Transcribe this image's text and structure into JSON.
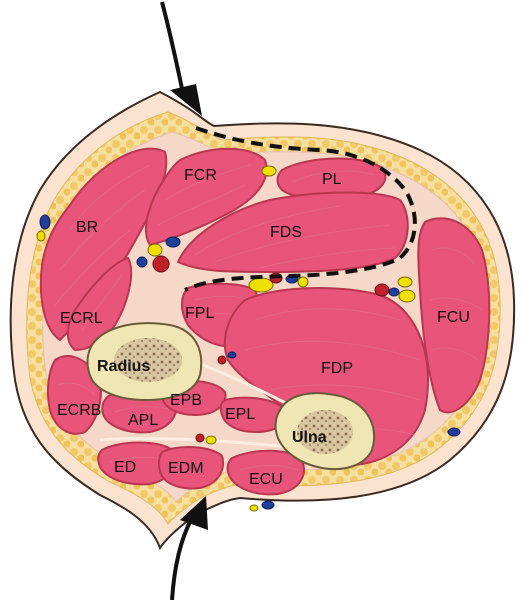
{
  "diagram": {
    "labels": {
      "fcr": "FCR",
      "pl": "PL",
      "br": "BR",
      "fds": "FDS",
      "ecrl": "ECRL",
      "fpl": "FPL",
      "fcu": "FCU",
      "radius": "Radius",
      "fdp": "FDP",
      "ecrb": "ECRB",
      "apl": "APL",
      "epb": "EPB",
      "epl": "EPL",
      "ulna": "Ulna",
      "ed": "ED",
      "edm": "EDM",
      "ecu": "ECU"
    },
    "colors": {
      "skin": "#fbe3cf",
      "skin_outline": "#3a2a22",
      "fat": "#f2c96a",
      "muscle": "#e8547a",
      "muscle_outline": "#b83650",
      "bone": "#efe6b4",
      "marrow": "#a0826a",
      "nerve": "#f0e000",
      "artery": "#c0202a",
      "vein": "#1f3f9a",
      "arrow": "#111111",
      "incision_line": "#111111"
    },
    "arrows": [
      "arrow-volar-approach",
      "arrow-dorsal-approach"
    ]
  }
}
